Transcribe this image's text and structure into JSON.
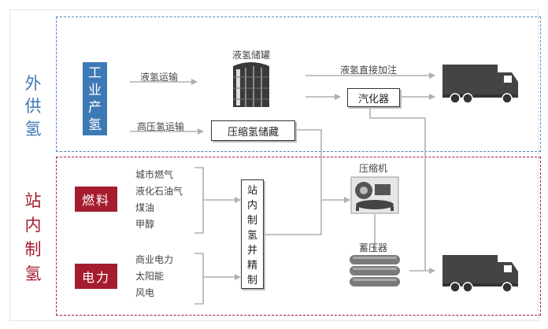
{
  "sections": {
    "external": "外供氢",
    "onsite": "站内制氢"
  },
  "industrial_source": "工业产氢",
  "transport": {
    "liquid": "液氢运输",
    "high_pressure": "高压氢运输"
  },
  "equipment": {
    "liquid_tank": "液氢储罐",
    "compressed_storage": "压缩氢储藏",
    "vaporizer": "汽化器",
    "compressor": "压缩机",
    "accumulator": "蓄压器",
    "onsite_production": "站内制氢并精制"
  },
  "routes": {
    "direct_fill": "液氢直接加注"
  },
  "fuel": {
    "label": "燃料",
    "items": [
      "城市燃气",
      "液化石油气",
      "煤油",
      "甲醇"
    ]
  },
  "power": {
    "label": "电力",
    "items": [
      "商业电力",
      "太阳能",
      "风电"
    ]
  },
  "colors": {
    "blue": "#3d79b5",
    "red": "#a51c2e",
    "dash_blue": "#4a86c2",
    "arrow": "#b0b0b0"
  }
}
